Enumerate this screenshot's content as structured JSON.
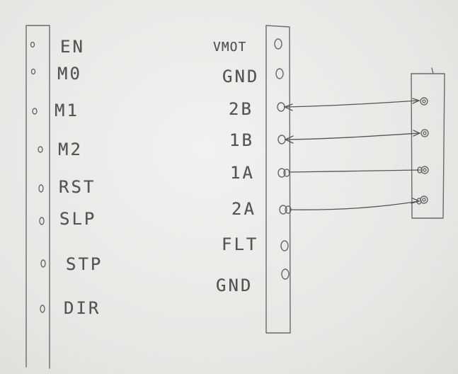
{
  "left_header": {
    "pins": [
      "EN",
      "M0",
      "M1",
      "M2",
      "RST",
      "SLP",
      "STP",
      "DIR"
    ]
  },
  "right_header": {
    "pins": [
      "VMOT",
      "GND",
      "2B",
      "1B",
      "1A",
      "2A",
      "FLT",
      "GND"
    ]
  },
  "colors": {
    "pencil": "#555555",
    "paper": "#ececea"
  }
}
